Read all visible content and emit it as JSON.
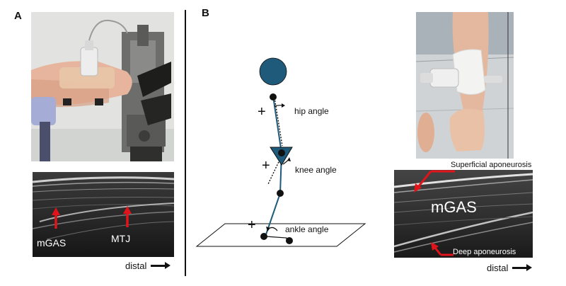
{
  "panels": {
    "a": "A",
    "b": "B"
  },
  "panel_a": {
    "us_labels": {
      "mgas": "mGAS",
      "mtj": "MTJ"
    },
    "direction": "distal"
  },
  "panel_b": {
    "angles": {
      "hip": "hip angle",
      "knee": "knee angle",
      "ankle": "ankle angle"
    },
    "plus_sign": "+",
    "us_labels": {
      "muscle": "mGAS",
      "superficial": "Superficial aponeurosis",
      "deep": "Deep aponeurosis"
    },
    "direction": "distal"
  },
  "colors": {
    "segment": "#1f5a7a",
    "arrow": "#e0141a"
  }
}
